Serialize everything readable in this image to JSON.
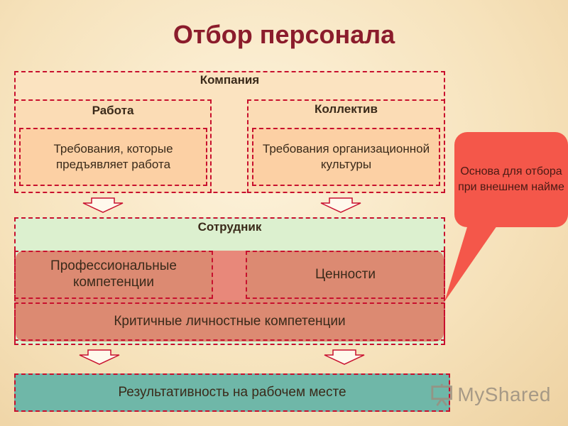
{
  "slide": {
    "title": "Отбор персонала",
    "company": {
      "label": "Компания",
      "work": {
        "label": "Работа",
        "requirement": "Требования, которые предъявляет работа"
      },
      "team": {
        "label": "Коллектив",
        "requirement": "Требования организационной культуры"
      }
    },
    "employee": {
      "label": "Сотрудник",
      "professional": "Профессиональные компетенции",
      "values": "Ценности",
      "critical": "Критичные личностные компетенции"
    },
    "result": "Результативность на рабочем месте",
    "callout": "Основа для отбора при внешнем найме",
    "watermark": "MyShared",
    "colors": {
      "title": "#8b1c2c",
      "dashed_border": "#c8102e",
      "callout": "#f4574a",
      "result": "#6fb7a8",
      "employee_bg": "#dcf0cf"
    }
  }
}
